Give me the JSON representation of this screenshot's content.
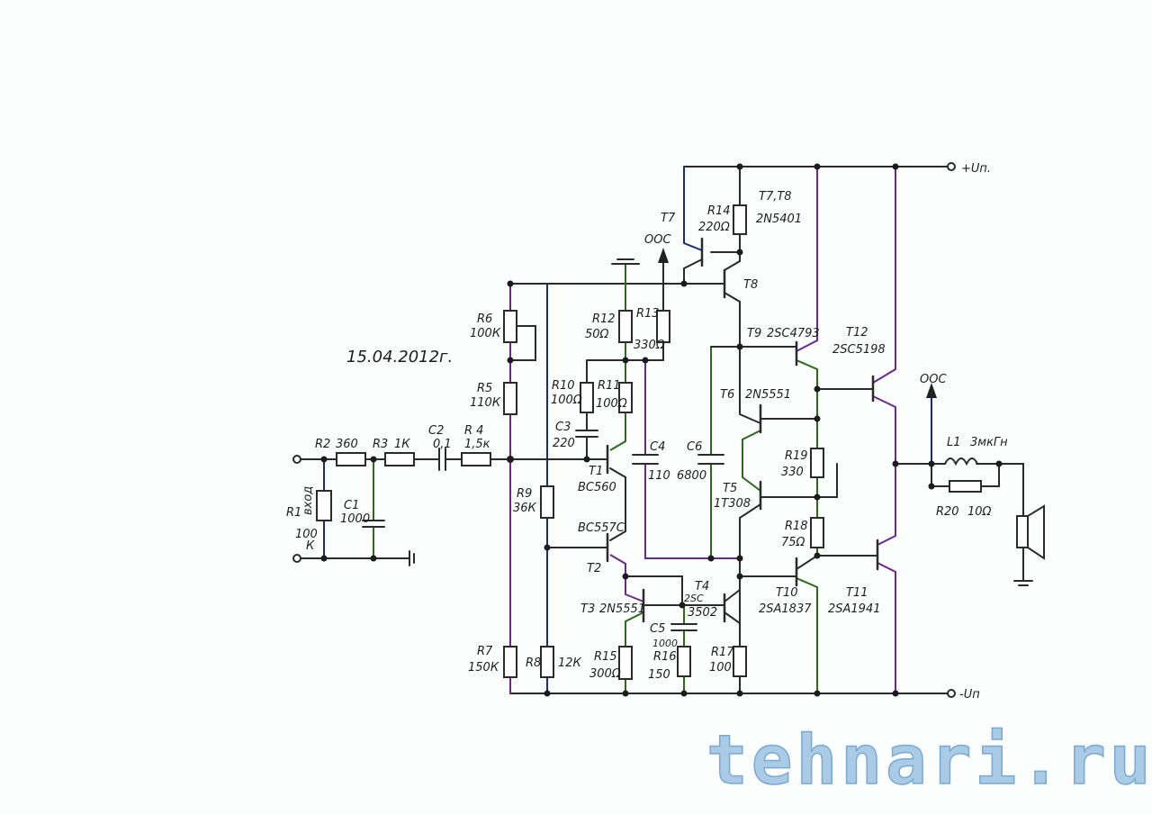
{
  "schematic": {
    "date": "15.04.2012г.",
    "input_label": "вход",
    "rail_positive": "+Uп.",
    "rail_negative": "-Uп",
    "feedback_label": "ООС",
    "components": {
      "R1": {
        "ref": "R1",
        "value": "100",
        "unit": "К"
      },
      "R2": {
        "ref": "R2",
        "value": "360"
      },
      "R3": {
        "ref": "R3",
        "value": "1К"
      },
      "R4": {
        "ref": "R 4",
        "value": "1,5к"
      },
      "R5": {
        "ref": "R5",
        "value": "110К"
      },
      "R6": {
        "ref": "R6",
        "value": "100К"
      },
      "R7": {
        "ref": "R7",
        "value": "150К"
      },
      "R8": {
        "ref": "R8",
        "value": "12К"
      },
      "R9": {
        "ref": "R9",
        "value": "36К"
      },
      "R10": {
        "ref": "R10",
        "value": "100Ω"
      },
      "R11": {
        "ref": "R11",
        "value": "100Ω"
      },
      "R12": {
        "ref": "R12",
        "value": "50Ω"
      },
      "R13": {
        "ref": "R13",
        "value": "330Ω"
      },
      "R14": {
        "ref": "R14",
        "value": "220Ω"
      },
      "R15": {
        "ref": "R15",
        "value": "300Ω"
      },
      "R16": {
        "ref": "R16",
        "value": "150"
      },
      "R17": {
        "ref": "R17",
        "value": "100"
      },
      "R18": {
        "ref": "R18",
        "value": "75Ω"
      },
      "R19": {
        "ref": "R19",
        "value": "330"
      },
      "R20": {
        "ref": "R20",
        "value": "10Ω"
      },
      "C1": {
        "ref": "C1",
        "value": "1000"
      },
      "C2": {
        "ref": "C2",
        "value": "0,1"
      },
      "C3": {
        "ref": "C3",
        "value": "220"
      },
      "C4": {
        "ref": "C4",
        "value": "110"
      },
      "C5": {
        "ref": "C5",
        "value": "1000"
      },
      "C6": {
        "ref": "C6",
        "value": "6800"
      },
      "L1": {
        "ref": "L1",
        "value": "3мкГн"
      },
      "T1": {
        "ref": "T1",
        "part": "BC560"
      },
      "T2": {
        "ref": "T2",
        "part": "BC557C"
      },
      "T3": {
        "ref": "T3",
        "part": "2N5551"
      },
      "T4": {
        "ref": "T4",
        "part_a": "2SC",
        "part_b": "3502"
      },
      "T5": {
        "ref": "T5",
        "part": "1T308"
      },
      "T6": {
        "ref": "T6",
        "part": "2N5551"
      },
      "T7": {
        "ref": "T7"
      },
      "T7T8": {
        "ref": "T7,T8",
        "part": "2N5401"
      },
      "T8": {
        "ref": "T8"
      },
      "T9": {
        "ref": "T9",
        "part": "2SC4793"
      },
      "T10": {
        "ref": "T10",
        "part": "2SA1837"
      },
      "T11": {
        "ref": "T11",
        "part": "2SA1941"
      },
      "T12": {
        "ref": "T12",
        "part": "2SC5198"
      }
    }
  },
  "watermark": "tehnari.ru"
}
